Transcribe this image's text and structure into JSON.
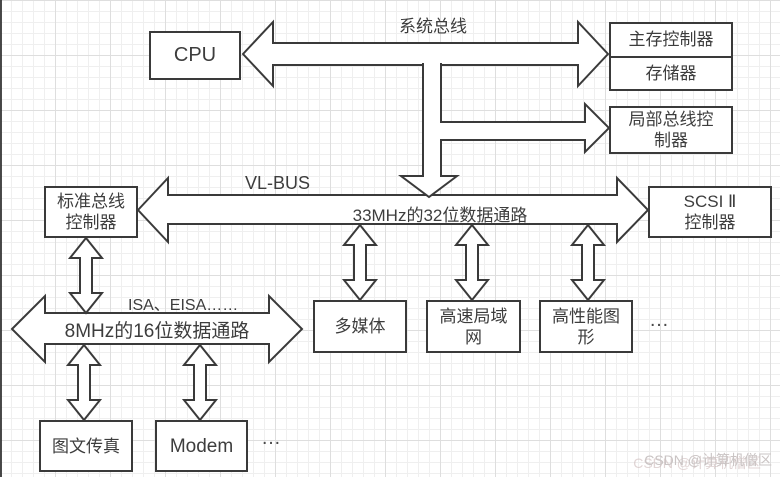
{
  "boxes": {
    "cpu": {
      "label": "CPU"
    },
    "main_memory_controller": {
      "label": "主存控制器"
    },
    "memory": {
      "label": "存储器"
    },
    "local_bus_controller": {
      "line1": "局部总线控",
      "line2": "制器"
    },
    "standard_bus_controller": {
      "line1": "标准总线",
      "line2": "控制器"
    },
    "scsi2_controller": {
      "line1": "SCSI Ⅱ",
      "line2": "控制器"
    },
    "multimedia": {
      "label": "多媒体"
    },
    "high_speed_lan": {
      "line1": "高速局域",
      "line2": "网"
    },
    "high_perf_graphics": {
      "line1": "高性能图",
      "line2": "形"
    },
    "fax": {
      "label": "图文传真"
    },
    "modem": {
      "label": "Modem"
    }
  },
  "labels": {
    "system_bus": "系统总线",
    "vl_bus": "VL-BUS",
    "data_path_32": "33MHz的32位数据通路",
    "isa_eisa": "ISA、EISA……",
    "data_path_16": "8MHz的16位数据通路",
    "ellipsis_right": "…",
    "ellipsis_bottom": "…"
  },
  "watermark": "CSDN @计算机僧区",
  "colors": {
    "line": "#3a3a3a",
    "text": "#3d3d3d",
    "background": "#ffffff",
    "grid_minor": "#efefef",
    "grid_major": "#dedede",
    "watermark": "#cac4c4"
  }
}
